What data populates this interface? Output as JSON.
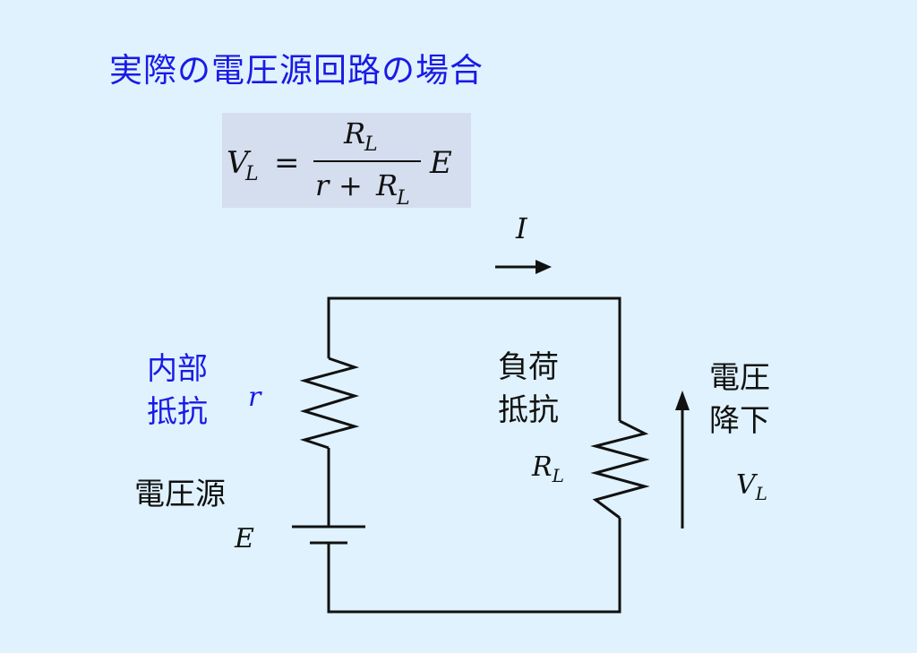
{
  "title": "実際の電圧源回路の場合",
  "formula": {
    "lhs": "V",
    "lhs_sub": "L",
    "equals": "=",
    "numerator": "R",
    "numerator_sub": "L",
    "denominator_r": "r",
    "plus": "+",
    "denominator_R": "R",
    "denominator_sub": "L",
    "factor": "E"
  },
  "current": {
    "symbol": "I"
  },
  "internal_resistance": {
    "label_line1": "内部",
    "label_line2": "抵抗",
    "symbol": "r"
  },
  "source": {
    "label": "電圧源",
    "symbol": "E"
  },
  "load": {
    "label_line1": "負荷",
    "label_line2": "抵抗",
    "symbol": "R",
    "symbol_sub": "L"
  },
  "voltage_drop": {
    "label_line1": "電圧",
    "label_line2": "降下",
    "symbol": "V",
    "symbol_sub": "L"
  },
  "colors": {
    "background": "#dff2fd",
    "accent_blue": "#1a1ae6",
    "formula_box": "#d5deef",
    "wire": "#111111"
  }
}
